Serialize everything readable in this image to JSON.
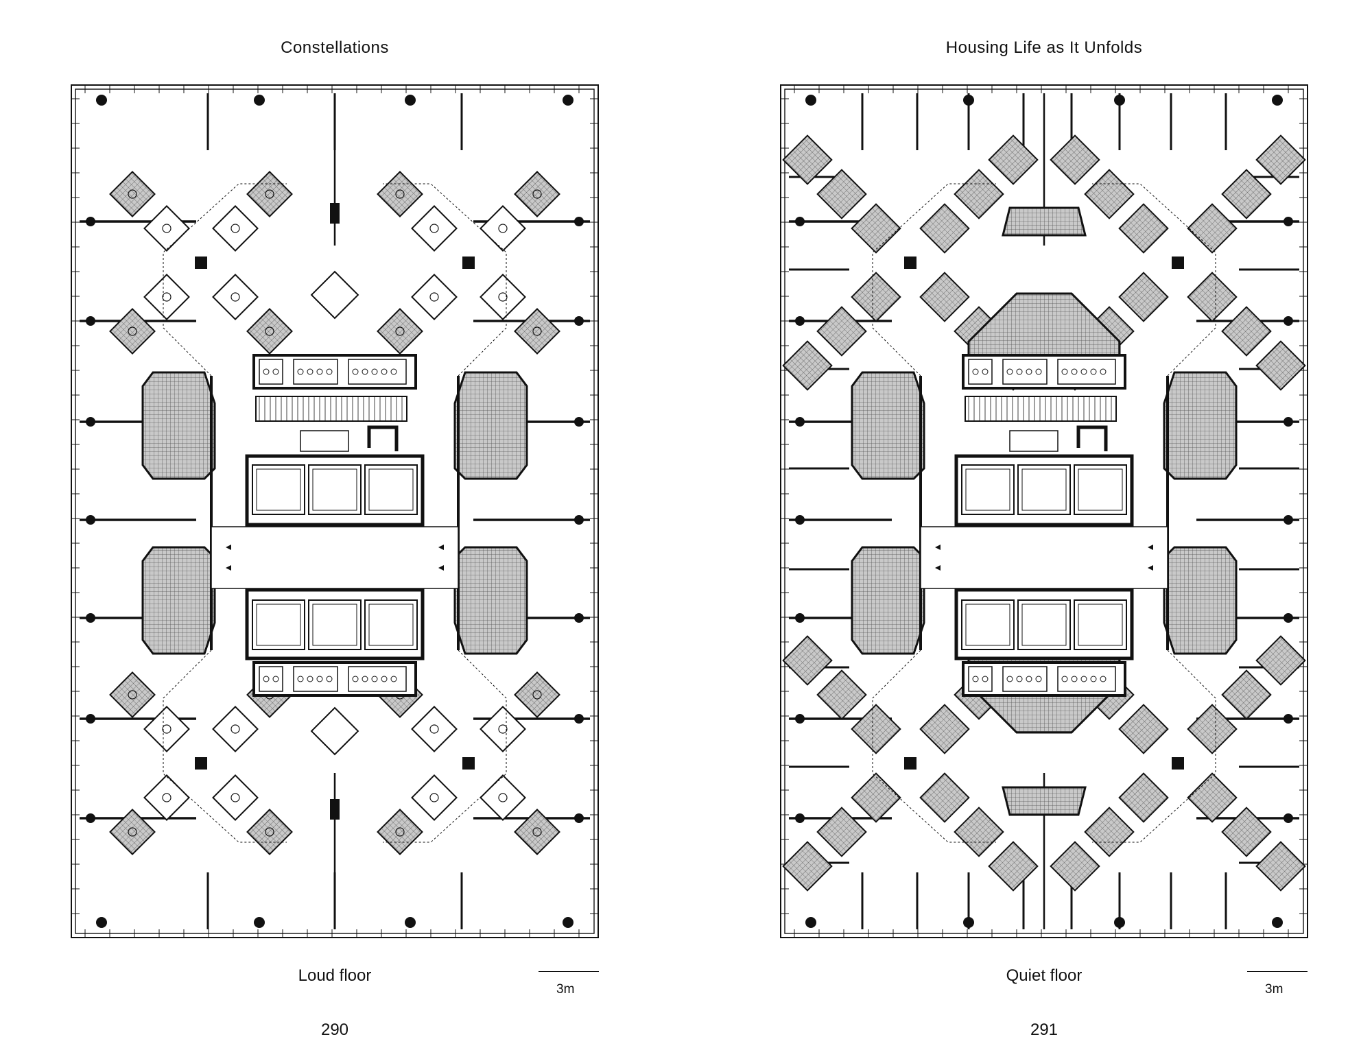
{
  "left": {
    "title": "Constellations",
    "caption": "Loud floor",
    "scale_label": "3m",
    "page_number": "290"
  },
  "right": {
    "title": "Housing Life as It Unfolds",
    "caption": "Quiet floor",
    "scale_label": "3m",
    "page_number": "291"
  },
  "colors": {
    "ink": "#111111",
    "hatch_fill": "#9a9a9a",
    "background": "#ffffff"
  }
}
